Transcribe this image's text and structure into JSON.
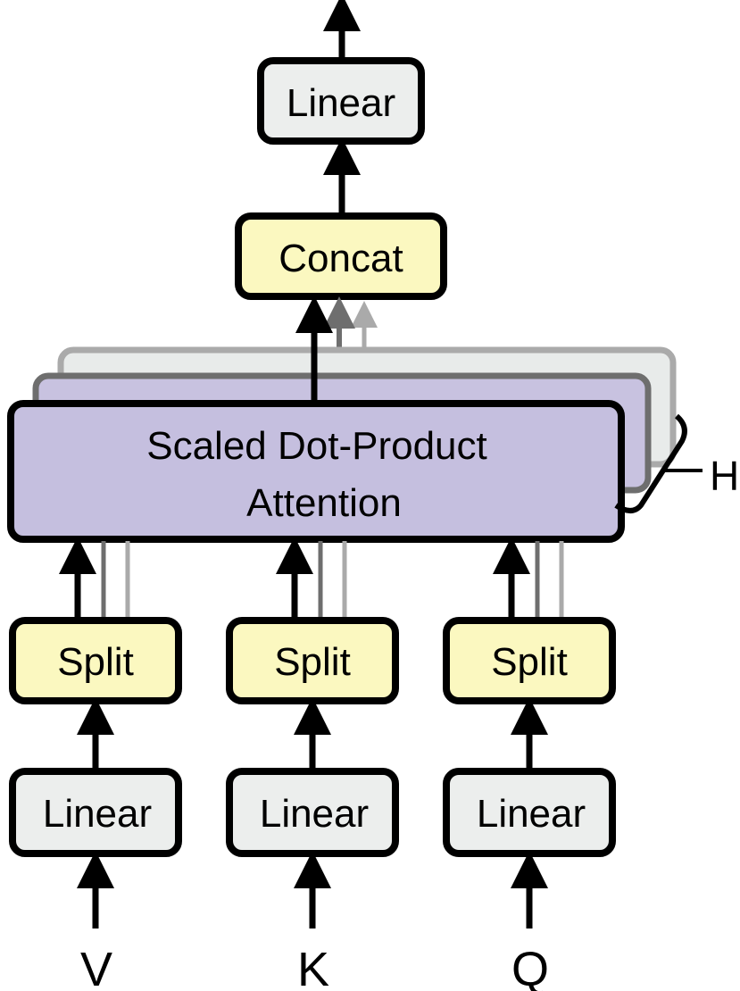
{
  "nodes": {
    "linear_top": "Linear",
    "concat": "Concat",
    "attention_line1": "Scaled Dot-Product",
    "attention_line2": "Attention",
    "split_v": "Split",
    "split_k": "Split",
    "split_q": "Split",
    "linear_v": "Linear",
    "linear_k": "Linear",
    "linear_q": "Linear"
  },
  "inputs": {
    "v": "V",
    "k": "K",
    "q": "Q"
  },
  "heads_label": "H",
  "colors": {
    "linear_fill": "#eceeed",
    "concat_split_fill": "#fbf8c0",
    "attention_fill": "#c5bfdf",
    "stroke": "#000000",
    "head2_stroke": "#6e6e6e",
    "head3_stroke": "#aaaaaa"
  }
}
